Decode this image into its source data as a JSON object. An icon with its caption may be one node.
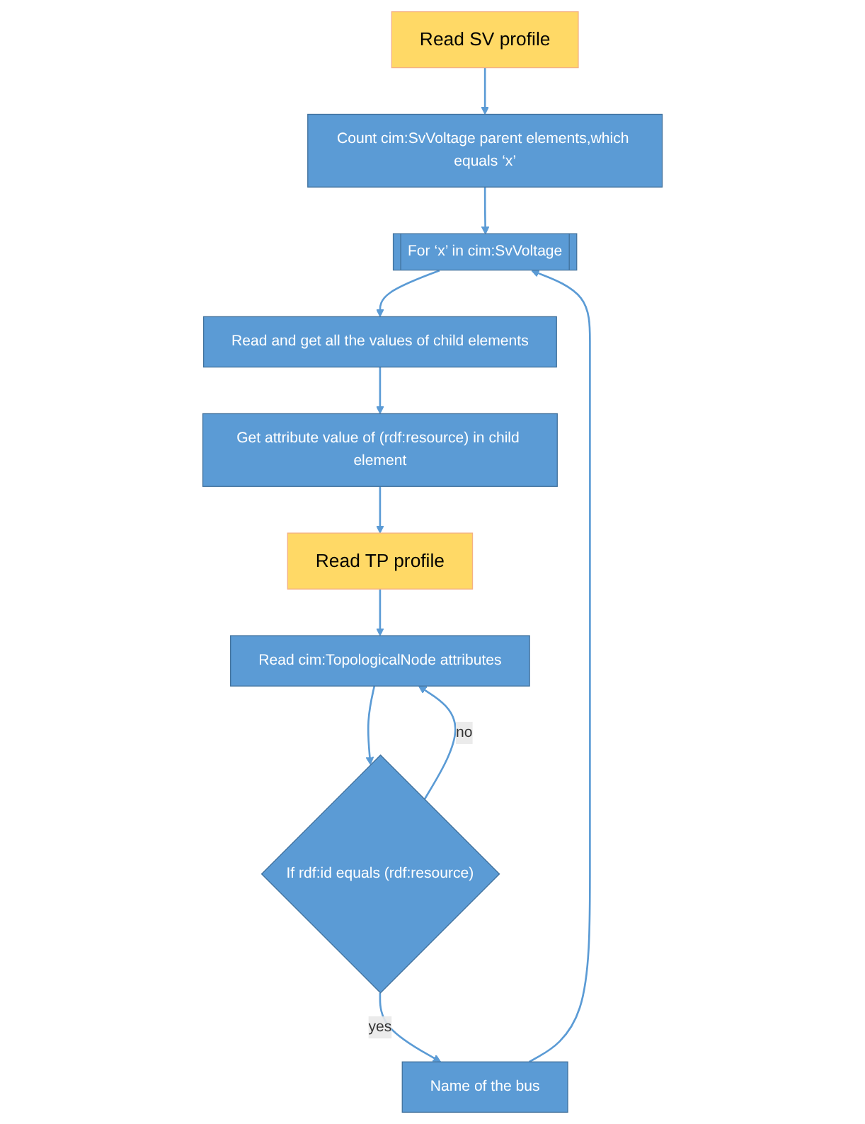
{
  "diagram": {
    "nodes": [
      {
        "text": [
          "Read SV profile"
        ]
      },
      {
        "text": [
          "Count cim:SvVoltage parent elements,which equals ‘x’"
        ]
      },
      {
        "text": [
          "For ‘x’ in cim:SvVoltage"
        ]
      },
      {
        "text": [
          "Read and get all the values of child elements"
        ]
      },
      {
        "text": [
          "Get attribute value of (rdf:resource) in child element"
        ]
      },
      {
        "text": [
          "Read TP profile"
        ]
      },
      {
        "text": [
          "Read cim:TopologicalNode attributes"
        ]
      },
      {
        "text": [
          "If rdf:id equals (rdf:resource)"
        ]
      },
      {
        "text": [
          "Name of the bus"
        ]
      }
    ],
    "edges": [
      {
        "from": 0,
        "to": 1,
        "arrow": "to"
      },
      {
        "from": 1,
        "to": 2,
        "arrow": "to"
      },
      {
        "from": 2,
        "to": 3,
        "arrow": "to"
      },
      {
        "from": 3,
        "to": 4,
        "arrow": "to"
      },
      {
        "from": 4,
        "to": 5,
        "arrow": "to"
      },
      {
        "from": 5,
        "to": 6,
        "arrow": "to"
      },
      {
        "from": 6,
        "to": 7,
        "arrow": "to"
      },
      {
        "from": 7,
        "to": 6,
        "label": "no",
        "arrow": "to"
      },
      {
        "from": 7,
        "to": 8,
        "label": "yes",
        "arrow": "to"
      },
      {
        "from": 8,
        "to": 2,
        "arrow": "to"
      }
    ]
  }
}
